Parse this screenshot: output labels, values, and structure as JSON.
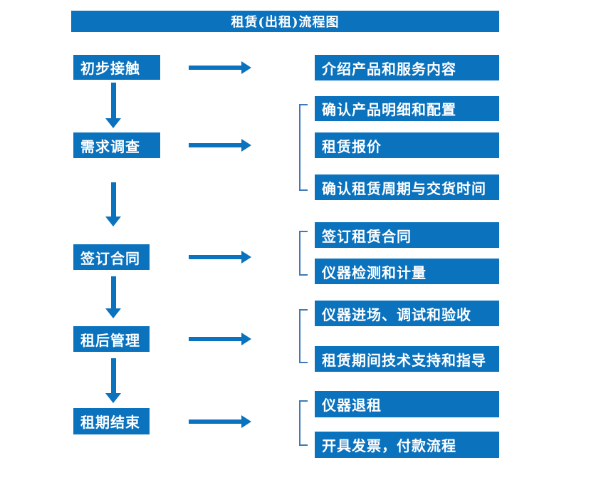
{
  "title": "租赁(出租)流程图",
  "colors": {
    "page_bg": "#ffffff",
    "box_blue": "#0b72be",
    "arrow_blue": "#0b72be",
    "bracket_blue": "#3e79b8",
    "text_white": "#ffffff"
  },
  "steps": [
    {
      "label": "初步接触",
      "outputs": [
        "介绍产品和服务内容"
      ]
    },
    {
      "label": "需求调查",
      "outputs": [
        "确认产品明细和配置",
        "租赁报价",
        "确认租赁周期与交货时间"
      ]
    },
    {
      "label": "签订合同",
      "outputs": [
        "签订租赁合同",
        "仪器检测和计量"
      ]
    },
    {
      "label": "租后管理",
      "outputs": [
        "仪器进场、调试和验收",
        "租赁期间技术支持和指导"
      ]
    },
    {
      "label": "租期结束",
      "outputs": [
        "仪器退租",
        "开具发票，付款流程"
      ]
    }
  ]
}
